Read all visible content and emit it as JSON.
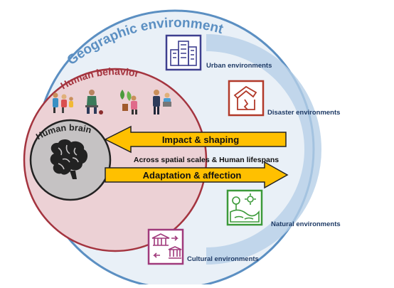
{
  "outer_circle": {
    "title": "Geographic environment",
    "title_color": "#5b8fc2"
  },
  "middle_circle": {
    "title": "Human behavior",
    "title_color": "#a4343f"
  },
  "inner_circle": {
    "title": "Human brain"
  },
  "arrows": {
    "top": {
      "label": "Impact & shaping",
      "color": "#ffc000"
    },
    "bottom": {
      "label": "Adaptation & affection",
      "color": "#ffc000"
    }
  },
  "center_caption": "Across spatial scales & Human lifespans",
  "environments": [
    {
      "label": "Urban environments",
      "icon": "city-buildings-icon",
      "color": "#3e3f8f"
    },
    {
      "label": "Disaster environments",
      "icon": "collapsed-house-icon",
      "color": "#b23a2a"
    },
    {
      "label": "Natural environments",
      "icon": "landscape-icon",
      "color": "#3c9a3a"
    },
    {
      "label": "Cultural environments",
      "icon": "temple-museum-icon",
      "color": "#a03a7c"
    }
  ],
  "people_icons": [
    "family-icon",
    "sitting-person-icon",
    "plant-care-icon",
    "office-worker-icon"
  ]
}
